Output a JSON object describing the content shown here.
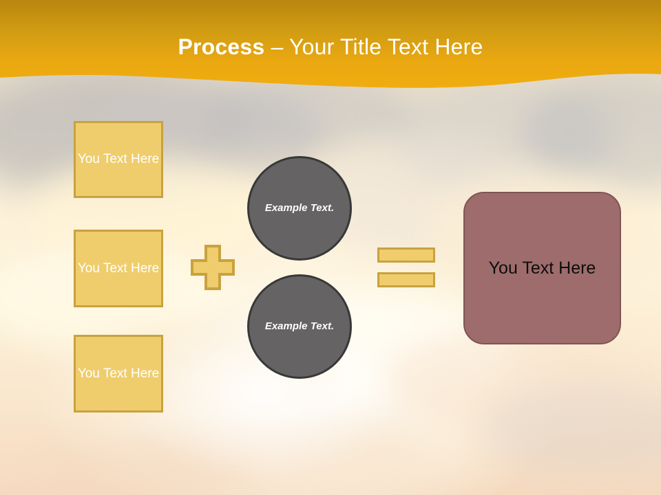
{
  "slide": {
    "title_strong": "Process",
    "title_rest": " – Your Title Text Here",
    "header_color_top": "#c08d18",
    "header_color_bottom": "#eeaa12",
    "accent_yellow": "#efcd6c",
    "accent_yellow_border": "#c9a13f",
    "circle_fill": "#656363",
    "circle_border": "#383838",
    "result_fill": "#9e6c6c",
    "result_border": "#7d5555",
    "background": "sunset-cloud-sky-photo"
  },
  "inputs": [
    {
      "label": "You Text Here"
    },
    {
      "label": "You Text Here"
    },
    {
      "label": "You Text Here"
    }
  ],
  "operators": {
    "plus": "+",
    "equals": "="
  },
  "circles": [
    {
      "label": "Example Text."
    },
    {
      "label": "Example Text."
    }
  ],
  "result": {
    "label": "You Text Here"
  }
}
